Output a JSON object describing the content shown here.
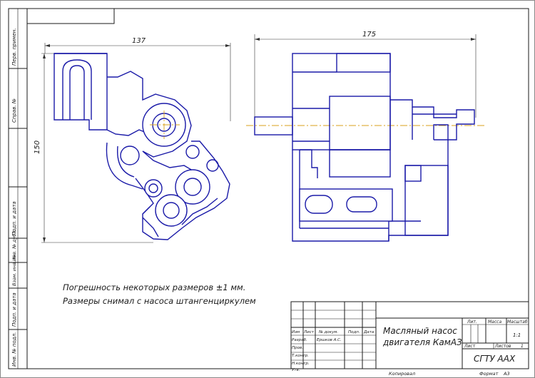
{
  "dimensions": {
    "left_width": "137",
    "left_height": "150",
    "right_width": "175"
  },
  "notes": {
    "line1": "Погрешность некоторых размеров ±1 мм.",
    "line2": "Размеры снимал с насоса штангенциркулем"
  },
  "side_strip": {
    "labels": [
      "Перв. примен.",
      "Справ. №",
      "Подп. и дата",
      "Инв. № дубл.",
      "Взам. инв. №",
      "Подп. и дата",
      "Инв. № подл."
    ]
  },
  "title_block": {
    "title_line1": "Масляный насос",
    "title_line2": "двигателя КамАЗ",
    "organization": "СГТУ ААХ",
    "col_headers": [
      "Изм",
      "Лист",
      "№ докум.",
      "Подп.",
      "Дата"
    ],
    "roles": [
      "Разраб.",
      "Пров.",
      "Т.контр.",
      "Н.контр.",
      "Утв."
    ],
    "developer": "Ершков А.С.",
    "lit_label": "Лит.",
    "mass_label": "Масса",
    "scale_label": "Масштаб",
    "scale_value": "1:1",
    "sheet_label": "Лист",
    "sheets_label": "Листов",
    "sheets_value": "1",
    "copied_label": "Копировал",
    "format_label": "Формат",
    "format_value": "А3"
  }
}
